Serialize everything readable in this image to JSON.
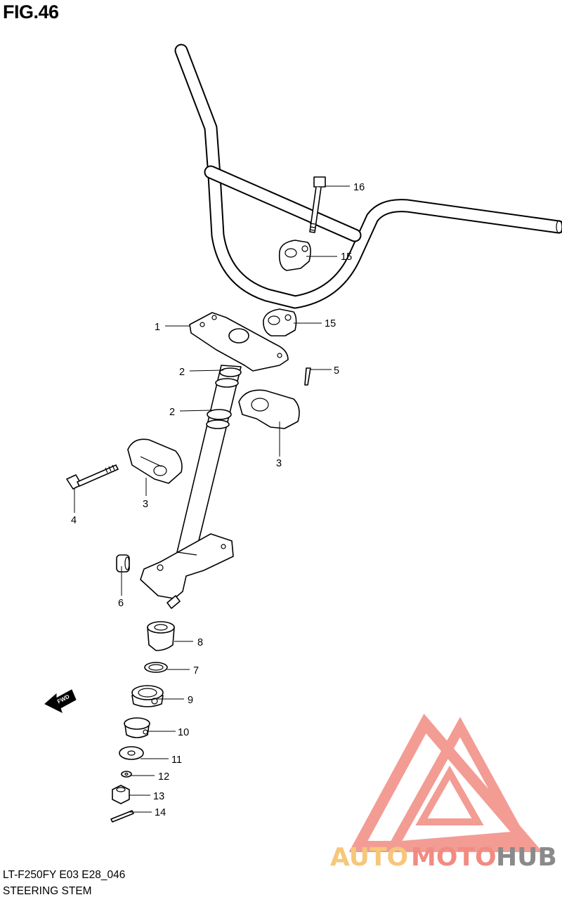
{
  "figure": {
    "title": "FIG.46",
    "code": "LT-F250FY E03 E28_046",
    "name": "STEERING STEM"
  },
  "callouts": {
    "c1": "1",
    "c2a": "2",
    "c2b": "2",
    "c3a": "3",
    "c3b": "3",
    "c4": "4",
    "c5": "5",
    "c6": "6",
    "c7": "7",
    "c8": "8",
    "c9": "9",
    "c10": "10",
    "c11": "11",
    "c12": "12",
    "c13": "13",
    "c14": "14",
    "c15a": "15",
    "c15b": "15",
    "c16": "16"
  },
  "fwd_label": "FWD",
  "watermark": {
    "part1": "AUTO",
    "part2": "MOTO",
    "part3": "HUB",
    "color_primary": "#f28b82",
    "color_secondary": "#f6c77a",
    "color_dark": "#8a8a8a"
  }
}
